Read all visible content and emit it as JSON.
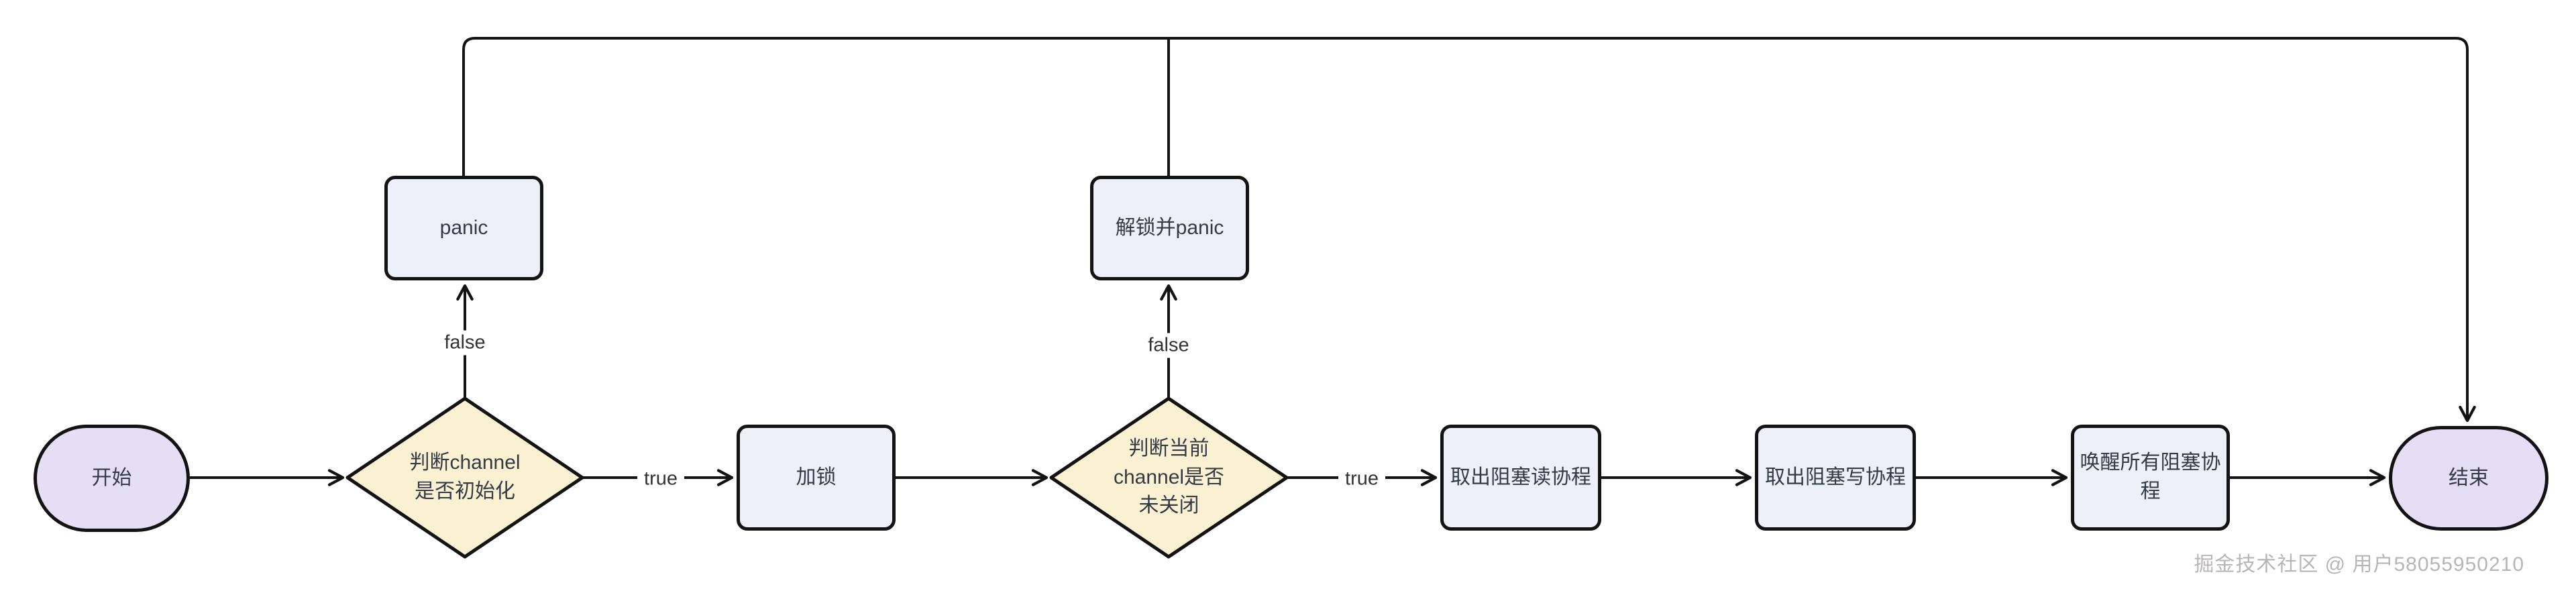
{
  "diagram": {
    "type": "flowchart",
    "direction": "left-to-right",
    "colors": {
      "terminal_fill": "#e5dff6",
      "decision_fill": "#faf0d2",
      "process_fill": "#edf0f8",
      "stroke": "#131313",
      "text": "#333a45",
      "watermark_text": "#b9b5b5"
    }
  },
  "nodes": {
    "start": {
      "label": "开始",
      "shape": "stadium"
    },
    "check_init": {
      "label": "判断channel\n是否初始化",
      "shape": "diamond"
    },
    "panic": {
      "label": "panic",
      "shape": "process"
    },
    "lock": {
      "label": "加锁",
      "shape": "process"
    },
    "check_closed": {
      "label": "判断当前\nchannel是否\n未关闭",
      "shape": "diamond"
    },
    "unlock_panic": {
      "label": "解锁并panic",
      "shape": "process"
    },
    "take_readers": {
      "label": "取出阻塞读协程",
      "shape": "process"
    },
    "take_writers": {
      "label": "取出阻塞写协程",
      "shape": "process"
    },
    "wake_all": {
      "label": "唤醒所有阻塞协\n程",
      "shape": "process"
    },
    "end": {
      "label": "结束",
      "shape": "stadium"
    }
  },
  "edges": {
    "init_false": {
      "label": "false",
      "from": "check_init",
      "to": "panic"
    },
    "init_true": {
      "label": "true",
      "from": "check_init",
      "to": "lock"
    },
    "closed_false": {
      "label": "false",
      "from": "check_closed",
      "to": "unlock_panic"
    },
    "closed_true": {
      "label": "true",
      "from": "check_closed",
      "to": "take_readers"
    }
  },
  "watermark": {
    "text": "掘金技术社区 @ 用户58055950210"
  }
}
